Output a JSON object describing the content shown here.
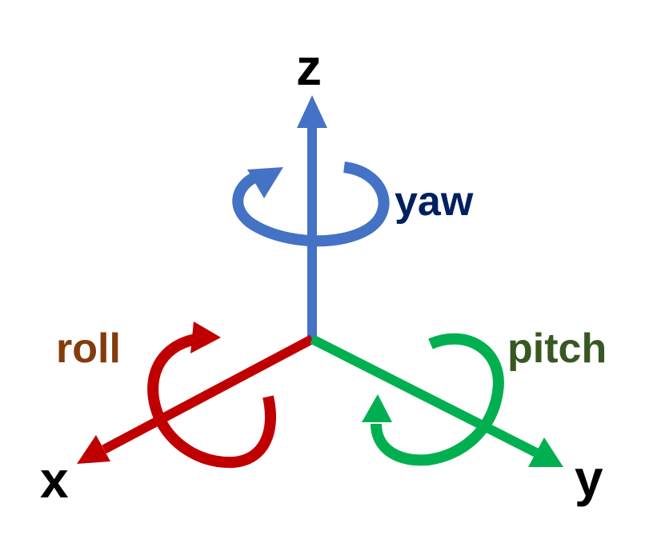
{
  "axes": {
    "z": {
      "label": "z",
      "color": "#4472c4"
    },
    "x": {
      "label": "x",
      "color": "#c00000"
    },
    "y": {
      "label": "y",
      "color": "#00b050"
    }
  },
  "rotations": {
    "yaw": {
      "label": "yaw",
      "axis": "z",
      "arrow_color": "#4472c4",
      "text_color": "#002060"
    },
    "roll": {
      "label": "roll",
      "axis": "x",
      "arrow_color": "#c00000",
      "text_color": "#843c0c"
    },
    "pitch": {
      "label": "pitch",
      "axis": "y",
      "arrow_color": "#00b050",
      "text_color": "#385723"
    }
  }
}
